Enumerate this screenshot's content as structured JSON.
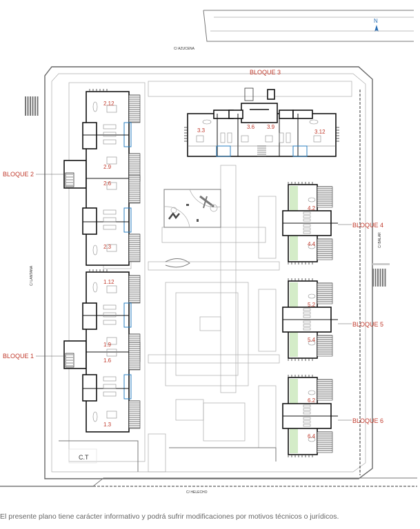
{
  "north_label": "N",
  "streets": {
    "top": "C/ AZUCENA",
    "left": "C/ LANTANA",
    "right": "C/ BALAR",
    "bottom": "C/ HELECHO"
  },
  "facilities": {
    "transformer": "C.T"
  },
  "blocks": [
    {
      "name": "BLOQUE 1",
      "units": [
        "1.12",
        "1.9",
        "1.6",
        "1.3"
      ]
    },
    {
      "name": "BLOQUE 2",
      "units": [
        "2.12",
        "2.9",
        "2.6",
        "2.3"
      ]
    },
    {
      "name": "BLOQUE 3",
      "units": [
        "3.3",
        "3.6",
        "3.9",
        "3.12"
      ]
    },
    {
      "name": "BLOQUE 4",
      "units": [
        "4.2",
        "4.4"
      ]
    },
    {
      "name": "BLOQUE 5",
      "units": [
        "5.2",
        "5.4"
      ]
    },
    {
      "name": "BLOQUE 6",
      "units": [
        "6.2",
        "6.4"
      ]
    }
  ],
  "colors": {
    "label_red": "#c0392b",
    "garden_green": "#d4ecc8",
    "terrace_blue": "#2a7fc0"
  },
  "disclaimer": "El presente plano tiene carácter informativo y podrá sufrir modificaciones por motivos técnicos o jurídicos."
}
